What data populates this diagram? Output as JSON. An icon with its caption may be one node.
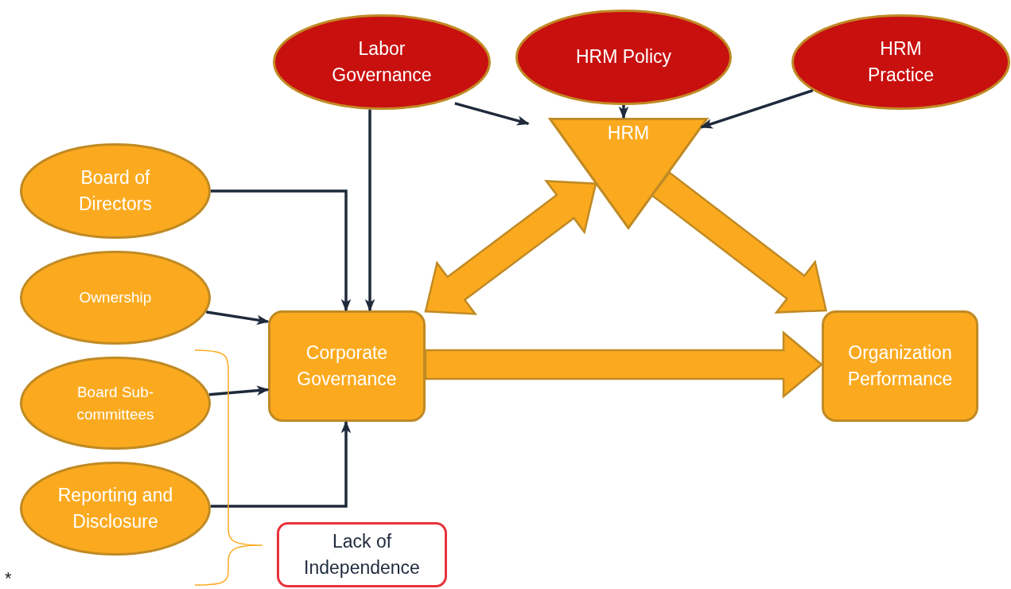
{
  "diagram": {
    "nodes": [
      {
        "text": [
          "Labor Governance"
        ]
      },
      {
        "text": [
          "HRM Policy"
        ]
      },
      {
        "text": [
          "HRM Practice"
        ]
      },
      {
        "text": [
          "HRM"
        ]
      },
      {
        "text": [
          "Board of Directors"
        ]
      },
      {
        "text": [
          "Ownership"
        ]
      },
      {
        "text": [
          "Corporate Governance"
        ]
      },
      {
        "text": [
          "Organization Performance"
        ]
      },
      {
        "text": [
          "Board Sub-committees"
        ]
      },
      {
        "text": [
          "Reporting and Disclosure"
        ]
      },
      {
        "text": [
          "Lack of Independence"
        ]
      }
    ],
    "edges": [
      {
        "from": 0,
        "to": 3,
        "arrow": "to"
      },
      {
        "from": 0,
        "to": 6,
        "arrow": "to"
      },
      {
        "from": 1,
        "to": 3,
        "arrow": "to"
      },
      {
        "from": 2,
        "to": 3,
        "arrow": "to"
      },
      {
        "from": 4,
        "to": 6,
        "arrow": "to"
      },
      {
        "from": 5,
        "to": 6,
        "arrow": "to"
      },
      {
        "from": 8,
        "to": 6,
        "arrow": "to"
      },
      {
        "from": 9,
        "to": 6,
        "arrow": "to"
      },
      {
        "from": 6,
        "to": 3,
        "arrow": "both",
        "style": "thick",
        "color": "#fbaa1f"
      },
      {
        "from": 3,
        "to": 7,
        "arrow": "to",
        "style": "thick",
        "color": "#fbaa1f"
      },
      {
        "from": 6,
        "to": 7,
        "arrow": "to",
        "style": "thick",
        "color": "#fbaa1f"
      }
    ],
    "labels": [
      "*"
    ]
  }
}
